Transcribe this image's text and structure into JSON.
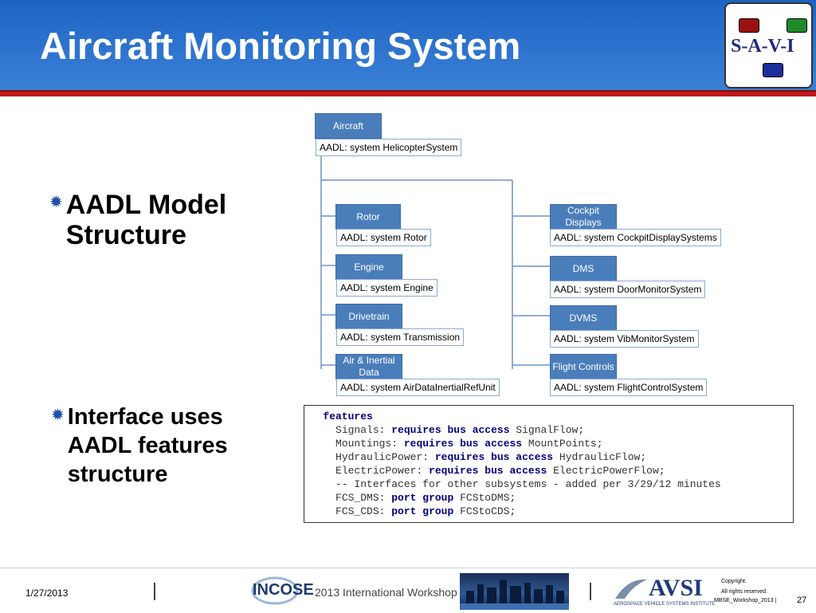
{
  "slide": {
    "title": "Aircraft Monitoring System"
  },
  "logo": {
    "text": "S-A-V-I",
    "colors": [
      "#9b1010",
      "#1e8b2a",
      "#1a2f9b"
    ]
  },
  "bullets": [
    {
      "text": "AADL Model Structure"
    },
    {
      "text": "Interface uses AADL features structure"
    }
  ],
  "diagram": {
    "root": {
      "head": "Aircraft",
      "body": "AADL: system HelicopterSystem"
    },
    "left": [
      {
        "head": "Rotor",
        "body": "AADL: system Rotor"
      },
      {
        "head": "Engine",
        "body": "AADL:  system Engine"
      },
      {
        "head": "Drivetrain",
        "body": "AADL: system Transmission"
      },
      {
        "head": "Air & Inertial Data",
        "body": "AADL: system AirDataInertialRefUnit"
      }
    ],
    "right": [
      {
        "head": "Cockpit Displays",
        "body": "AADL: system CockpitDisplaySystems"
      },
      {
        "head": "DMS",
        "body": "AADL: system DoorMonitorSystem"
      },
      {
        "head": "DVMS",
        "body": "AADL: system VibMonitorSystem"
      },
      {
        "head": "Flight Controls",
        "body": "AADL: system FlightControlSystem"
      }
    ]
  },
  "code": {
    "keyword_features": "features",
    "lines": [
      {
        "name": "Signals",
        "type": "SignalFlow"
      },
      {
        "name": "Mountings",
        "type": "MountPoints"
      },
      {
        "name": "HydraulicPower",
        "type": "HydraulicFlow"
      },
      {
        "name": "ElectricPower",
        "type": "ElectricPowerFlow"
      }
    ],
    "requires": "requires",
    "bus": "bus",
    "access": "access",
    "comment": "-- Interfaces for other subsystems - added per 3/29/12 minutes",
    "port_lines": [
      {
        "name": "FCS_DMS",
        "type": "FCStoDMS"
      },
      {
        "name": "FCS_CDS",
        "type": "FCStoCDS"
      }
    ],
    "port": "port",
    "group": "group"
  },
  "footer": {
    "date": "1/27/2013",
    "incose": "INCOSE",
    "workshop": "2013 International Workshop",
    "avsi": "AVSI",
    "avsi_sub": "AEROSPACE VEHICLE SYSTEMS INSTITUTE",
    "copyright_line1": "Copyright.",
    "copyright_line2": "All rights reserved.",
    "doc": "MBSE_Workshop_2013 |",
    "page": "27"
  }
}
